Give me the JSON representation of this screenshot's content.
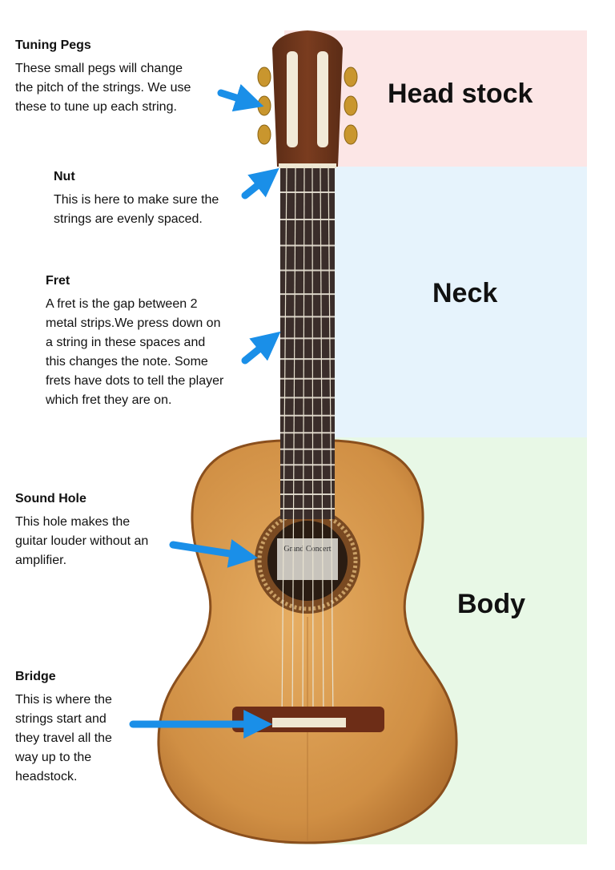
{
  "zones": {
    "head": "Head stock",
    "neck": "Neck",
    "body": "Body"
  },
  "labels": {
    "tuning_pegs": {
      "title": "Tuning Pegs",
      "lines": [
        "These small pegs will change",
        "the pitch of the strings. We use",
        "these to tune up each string."
      ]
    },
    "nut": {
      "title": "Nut",
      "lines": [
        "This is here to make sure the",
        "strings are evenly spaced."
      ]
    },
    "fret": {
      "title": "Fret",
      "lines": [
        "A fret is the gap between 2",
        "metal strips.We press down on",
        "a string in these spaces and",
        "this changes the note. Some",
        "frets have dots to tell the player",
        "which fret they are on."
      ]
    },
    "sound_hole": {
      "title": "Sound Hole",
      "lines": [
        "This hole makes the",
        "guitar louder without an",
        "amplifier."
      ]
    },
    "bridge": {
      "title": "Bridge",
      "lines": [
        "This is where the",
        "strings start and",
        "they travel all the",
        "way up to the",
        "headstock."
      ]
    }
  },
  "label_text": "Grand Concert",
  "colors": {
    "head_zone": "#fce6e6",
    "neck_zone": "#e6f3fc",
    "body_zone": "#e8f8e6",
    "arrow": "#1a8fe8",
    "guitar_top": "#d99a4e",
    "fretboard": "#3a2d2a"
  }
}
